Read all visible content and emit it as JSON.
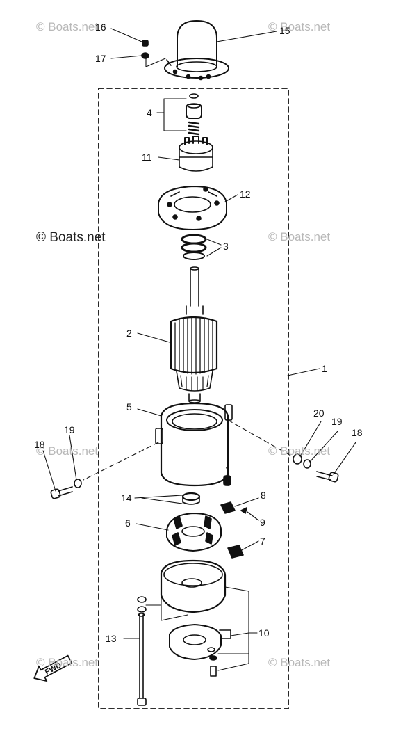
{
  "callouts": {
    "c1": "1",
    "c2": "2",
    "c3": "3",
    "c4": "4",
    "c5": "5",
    "c6": "6",
    "c7": "7",
    "c8": "8",
    "c9": "9",
    "c10": "10",
    "c11": "11",
    "c12": "12",
    "c13": "13",
    "c14": "14",
    "c15": "15",
    "c16": "16",
    "c17": "17",
    "c18_left": "18",
    "c19_left": "19",
    "c18_right": "18",
    "c19_right": "19",
    "c20": "20"
  },
  "watermarks": {
    "top_left": "© Boats.net",
    "top_right": "© Boats.net",
    "mid_left": "© Boats.net",
    "mid_right": "© Boats.net",
    "low_left": "© Boats.net",
    "low_right": "© Boats.net",
    "bottom_left": "© Boats.net",
    "bottom_right": "© Boats.net"
  },
  "direction_marker": {
    "label": "FWD"
  },
  "colors": {
    "ink": "#111111",
    "watermark": "#b8b8b8",
    "background": "#ffffff"
  }
}
